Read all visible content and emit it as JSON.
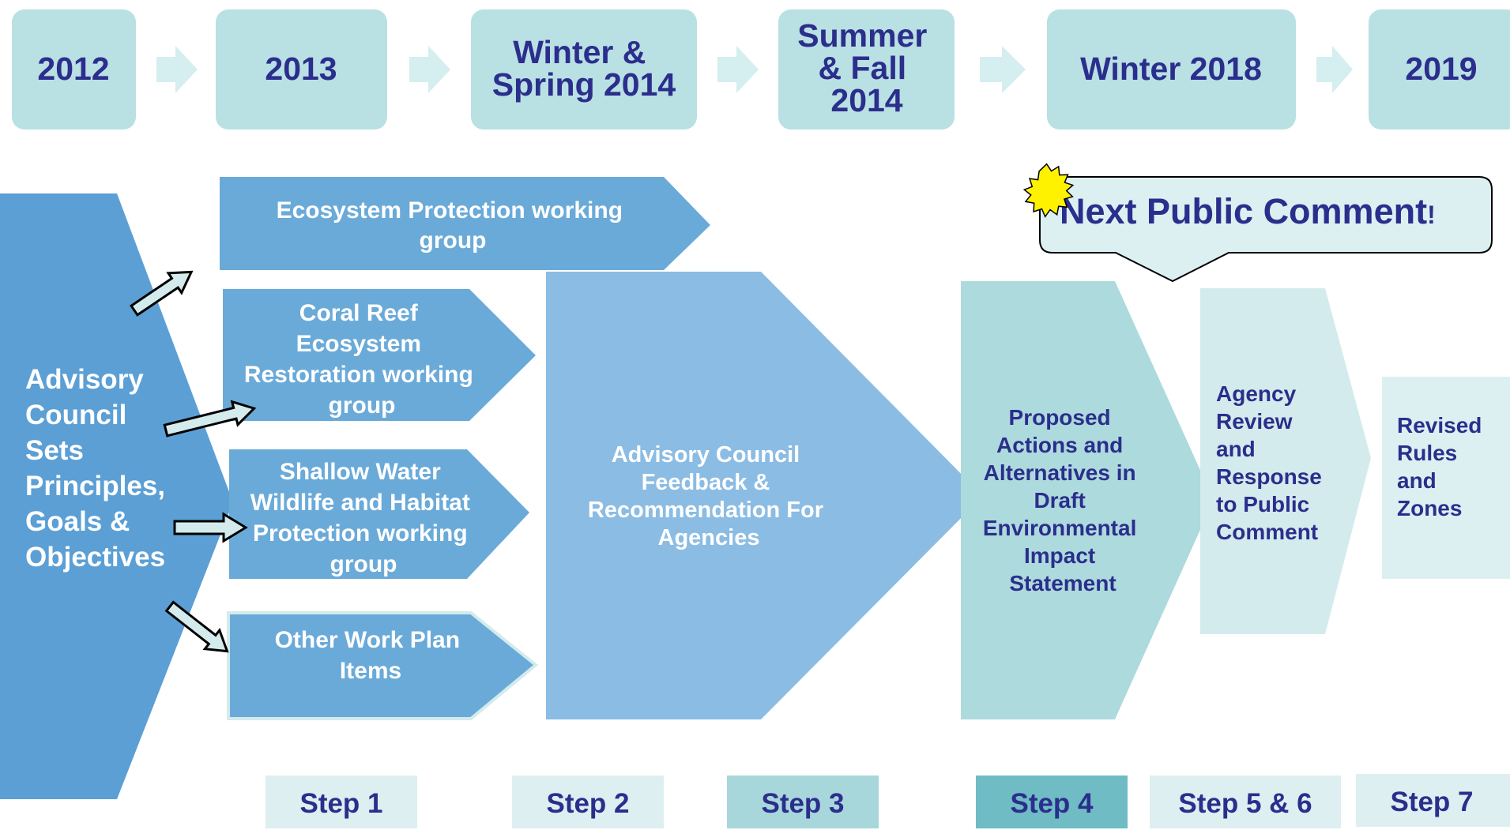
{
  "timeline": [
    {
      "label": [
        "2012"
      ]
    },
    {
      "label": [
        "2013"
      ]
    },
    {
      "label": [
        "Winter &",
        "Spring  2014"
      ]
    },
    {
      "label": [
        "Summer",
        "& Fall",
        "2014"
      ]
    },
    {
      "label": [
        "Winter 2018"
      ]
    },
    {
      "label": [
        "2019"
      ]
    }
  ],
  "advisory_council": {
    "lines": [
      "Advisory",
      "Council",
      "Sets",
      "Principles,",
      "Goals &",
      "Objectives"
    ]
  },
  "working_groups": [
    {
      "lines": [
        "Ecosystem Protection working",
        "group"
      ]
    },
    {
      "lines": [
        "Coral Reef",
        "Ecosystem",
        "Restoration working",
        "group"
      ]
    },
    {
      "lines": [
        "Shallow Water",
        "Wildlife and Habitat",
        "Protection working",
        "group"
      ]
    },
    {
      "lines": [
        "Other Work Plan",
        "Items"
      ]
    }
  ],
  "feedback": {
    "lines": [
      "Advisory Council",
      "Feedback &",
      "Recommendation For",
      "Agencies"
    ]
  },
  "draft_eis": {
    "lines": [
      "Proposed",
      "Actions and",
      "Alternatives in",
      "Draft",
      "Environmental",
      "Impact",
      "Statement"
    ]
  },
  "agency_review": {
    "lines": [
      "Agency",
      "Review",
      "and",
      "Response",
      "to Public",
      "Comment"
    ]
  },
  "revised_rules": {
    "lines": [
      "Revised",
      "Rules",
      "and",
      "Zones"
    ]
  },
  "callout": {
    "text": "Next Public Comment",
    "mark": "!"
  },
  "steps": [
    {
      "label": "Step 1",
      "color": "#DDEFF0"
    },
    {
      "label": "Step 2",
      "color": "#DDEFF0"
    },
    {
      "label": "Step 3",
      "color": "#A8D7DB"
    },
    {
      "label": "Step 4",
      "color": "#6FBCC4"
    },
    {
      "label": "Step 5 & 6",
      "color": "#DDEFF0"
    },
    {
      "label": "Step 7",
      "color": "#DDEFF0"
    }
  ],
  "colors": {
    "navy_text": "#2B2E8C",
    "year_box": "#B9E0E3",
    "year_arrow": "#D5EEF0",
    "blue_dark": "#5B9FD5",
    "blue_mid": "#6AAAD9",
    "blue_light": "#8BBCE3",
    "teal": "#ADDADC",
    "teal_light": "#D3EBEC",
    "teal_lightest": "#DDF0F1",
    "star": "#FFF200"
  }
}
